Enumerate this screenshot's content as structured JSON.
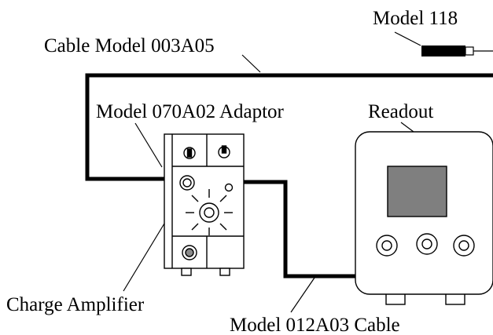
{
  "labels": {
    "model_118": "Model 118",
    "cable_003a05": "Cable Model 003A05",
    "adaptor_070a02": "Model 070A02 Adaptor",
    "readout": "Readout",
    "charge_amplifier": "Charge Amplifier",
    "cable_012a03": "Model 012A03 Cable"
  },
  "colors": {
    "line": "#000000",
    "device_fill": "#ffffff",
    "screen_fill": "#7f7f7f",
    "knob_fill": "#8a8a8a"
  }
}
